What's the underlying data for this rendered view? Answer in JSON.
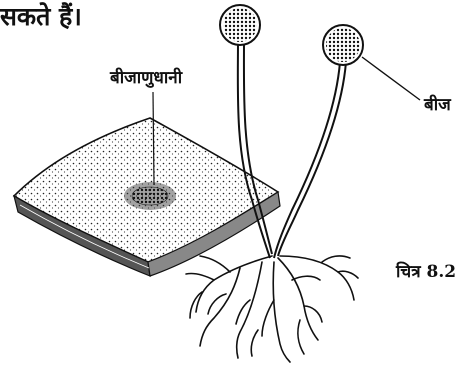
{
  "heading_text": "सकते हैं।",
  "labels": {
    "sporangium": "बीजाणुधानी",
    "spore": "बीज",
    "figure": "चित्र 8.2"
  }
}
